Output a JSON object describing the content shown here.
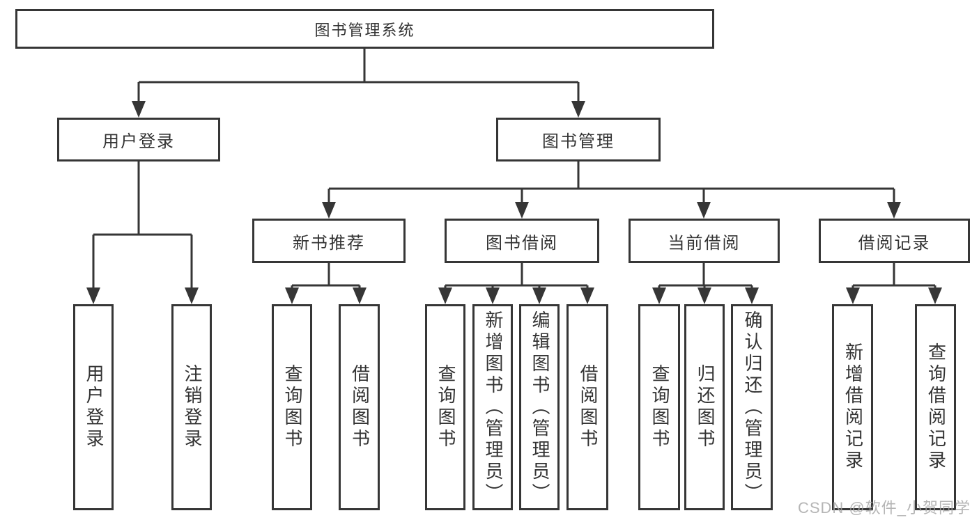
{
  "colors": {
    "line": "#363636",
    "text": "#333333",
    "background": "#ffffff",
    "watermark": "#a5a5a5"
  },
  "watermark": {
    "text": "CSDN @软件_小贺同学"
  },
  "tree": {
    "label": "图书管理系统",
    "children": [
      {
        "label": "用户登录",
        "children": [
          {
            "label": "用户登录"
          },
          {
            "label": "注销登录"
          }
        ]
      },
      {
        "label": "图书管理",
        "children": [
          {
            "label": "新书推荐",
            "children": [
              {
                "label": "查询图书"
              },
              {
                "label": "借阅图书"
              }
            ]
          },
          {
            "label": "图书借阅",
            "children": [
              {
                "label": "查询图书"
              },
              {
                "label": "新增图书（管理员）"
              },
              {
                "label": "编辑图书（管理员）"
              },
              {
                "label": "借阅图书"
              }
            ]
          },
          {
            "label": "当前借阅",
            "children": [
              {
                "label": "查询图书"
              },
              {
                "label": "归还图书"
              },
              {
                "label": "确认归还（管理员）"
              }
            ]
          },
          {
            "label": "借阅记录",
            "children": [
              {
                "label": "新增借阅记录"
              },
              {
                "label": "查询借阅记录"
              }
            ]
          }
        ]
      }
    ]
  }
}
